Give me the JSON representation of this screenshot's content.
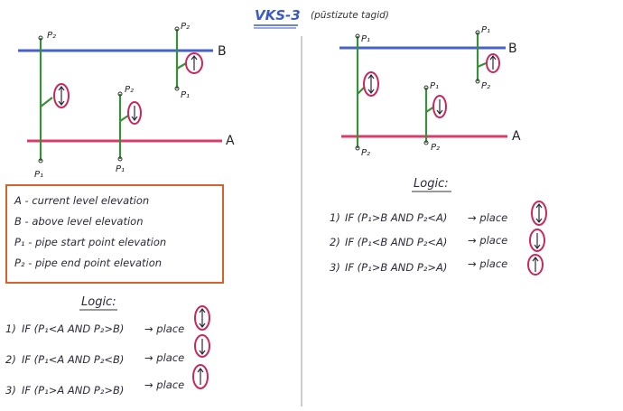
{
  "header": {
    "title": "VKS-3",
    "subtitle": "(pūstizute tagid)"
  },
  "levels": {
    "above": "B",
    "current": "A"
  },
  "points": {
    "p1": "P₁",
    "p2": "P₂"
  },
  "legend": {
    "items": [
      "A - current level elevation",
      "B - above level elevation",
      "P₁ - pipe start point elevation",
      "P₂ - pipe end point elevation"
    ]
  },
  "left_logic": {
    "heading": "Logic:",
    "rules": [
      {
        "index": "1)",
        "condition": "IF (P₁<A AND P₂>B)",
        "action": "→ place"
      },
      {
        "index": "2)",
        "condition": "IF (P₁<A AND P₂<B)",
        "action": "→ place"
      },
      {
        "index": "3)",
        "condition": "IF (P₁>A AND P₂>B)",
        "action": "→ place"
      }
    ]
  },
  "right_logic": {
    "heading": "Logic:",
    "rules": [
      {
        "index": "1)",
        "condition": "IF (P₁>B AND P₂<A)",
        "action": "→ place"
      },
      {
        "index": "2)",
        "condition": "IF (P₁<B AND P₂<A)",
        "action": "→ place"
      },
      {
        "index": "3)",
        "condition": "IF (P₁>B AND P₂>A)",
        "action": "→ place"
      }
    ]
  },
  "colors": {
    "above_level": "#4661c9",
    "current_level": "#d93c68",
    "pipe": "#3a8f3a",
    "symbol_ring": "#c9295a",
    "legend_border": "#d4622a",
    "title": "#3b5bc4"
  },
  "icons": {
    "both": "up-down-arrow-icon",
    "down": "down-arrow-icon",
    "up": "up-arrow-icon"
  }
}
